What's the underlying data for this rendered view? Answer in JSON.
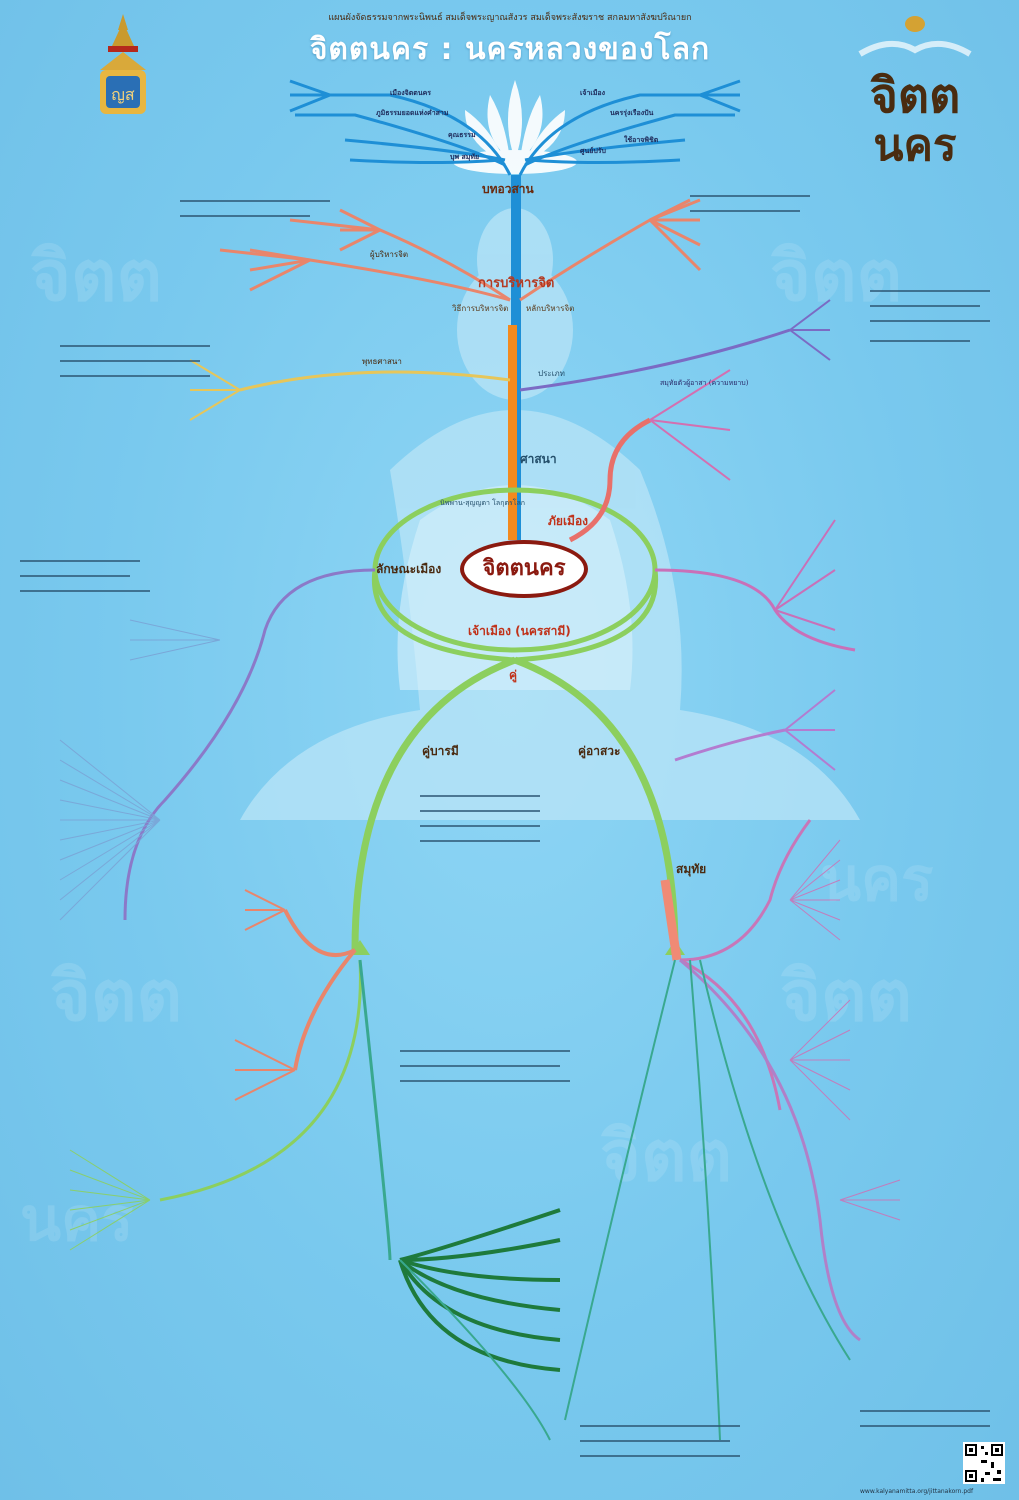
{
  "header": {
    "subtitle": "แผนผังจัดธรรมจากพระนิพนธ์ สมเด็จพระญาณสังวร สมเด็จพระสังฆราช สกลมหาสังฆปริณายก",
    "title": "จิตตนคร : นครหลวงของโลก"
  },
  "brand": {
    "logo_text": "จิตตนคร",
    "line1": "จิตต",
    "line2": "นคร"
  },
  "center": {
    "label": "จิตตนคร"
  },
  "sections": {
    "introduction": "บทอวสาน",
    "mind_training": "การบริหารจิต",
    "teaching": "ศาสนา",
    "city_danger": "ภัยเมือง",
    "city_traits": "ลักษณะเมือง",
    "city_lord": "เจ้าเมือง (นครสามี)",
    "pair": "คู่",
    "pair_left": "คู่บารมี",
    "pair_right": "คู่อาสวะ",
    "samudaya": "สมุทัย"
  },
  "top_branches": {
    "left": [
      "เมืองจิตตนคร",
      "ภูมิธรรมยอดแห่งคำสาม",
      "คุณธรรม",
      "บุพ สมุทัย"
    ],
    "right": [
      "เจ้าเมือง",
      "นครรุ่งเรืองปัน",
      "ศูนย์ปรับ",
      "ใช้อาจพิชิต"
    ]
  },
  "mid_labels": {
    "methods_left": "วิธีการบริหารจิต",
    "methods_right": "หลักบริหารจิต",
    "mind_sub": "ผู้บริหารจิต",
    "right_top": "สมุทัยตัวผู้อาสา (ความหยาบ)",
    "preach": "ประเภท",
    "buddha": "พุทธศาสนา",
    "worldly": "นิพพาน-สุญญตา โลกุตรโลก"
  },
  "colors": {
    "trunk_blue": "#1e8fd6",
    "trunk_orange": "#f28a1e",
    "green": "#8ccf5e",
    "orange_branch": "#e9856b",
    "purple_branch": "#9b6bb8",
    "pink_branch": "#d46fb0",
    "teal_branch": "#39a88f",
    "dark_green": "#1e7a3c",
    "title_red": "#8b1a10"
  },
  "footer": {
    "url": "www.kalyanamitta.org/jittanakorn.pdf"
  }
}
